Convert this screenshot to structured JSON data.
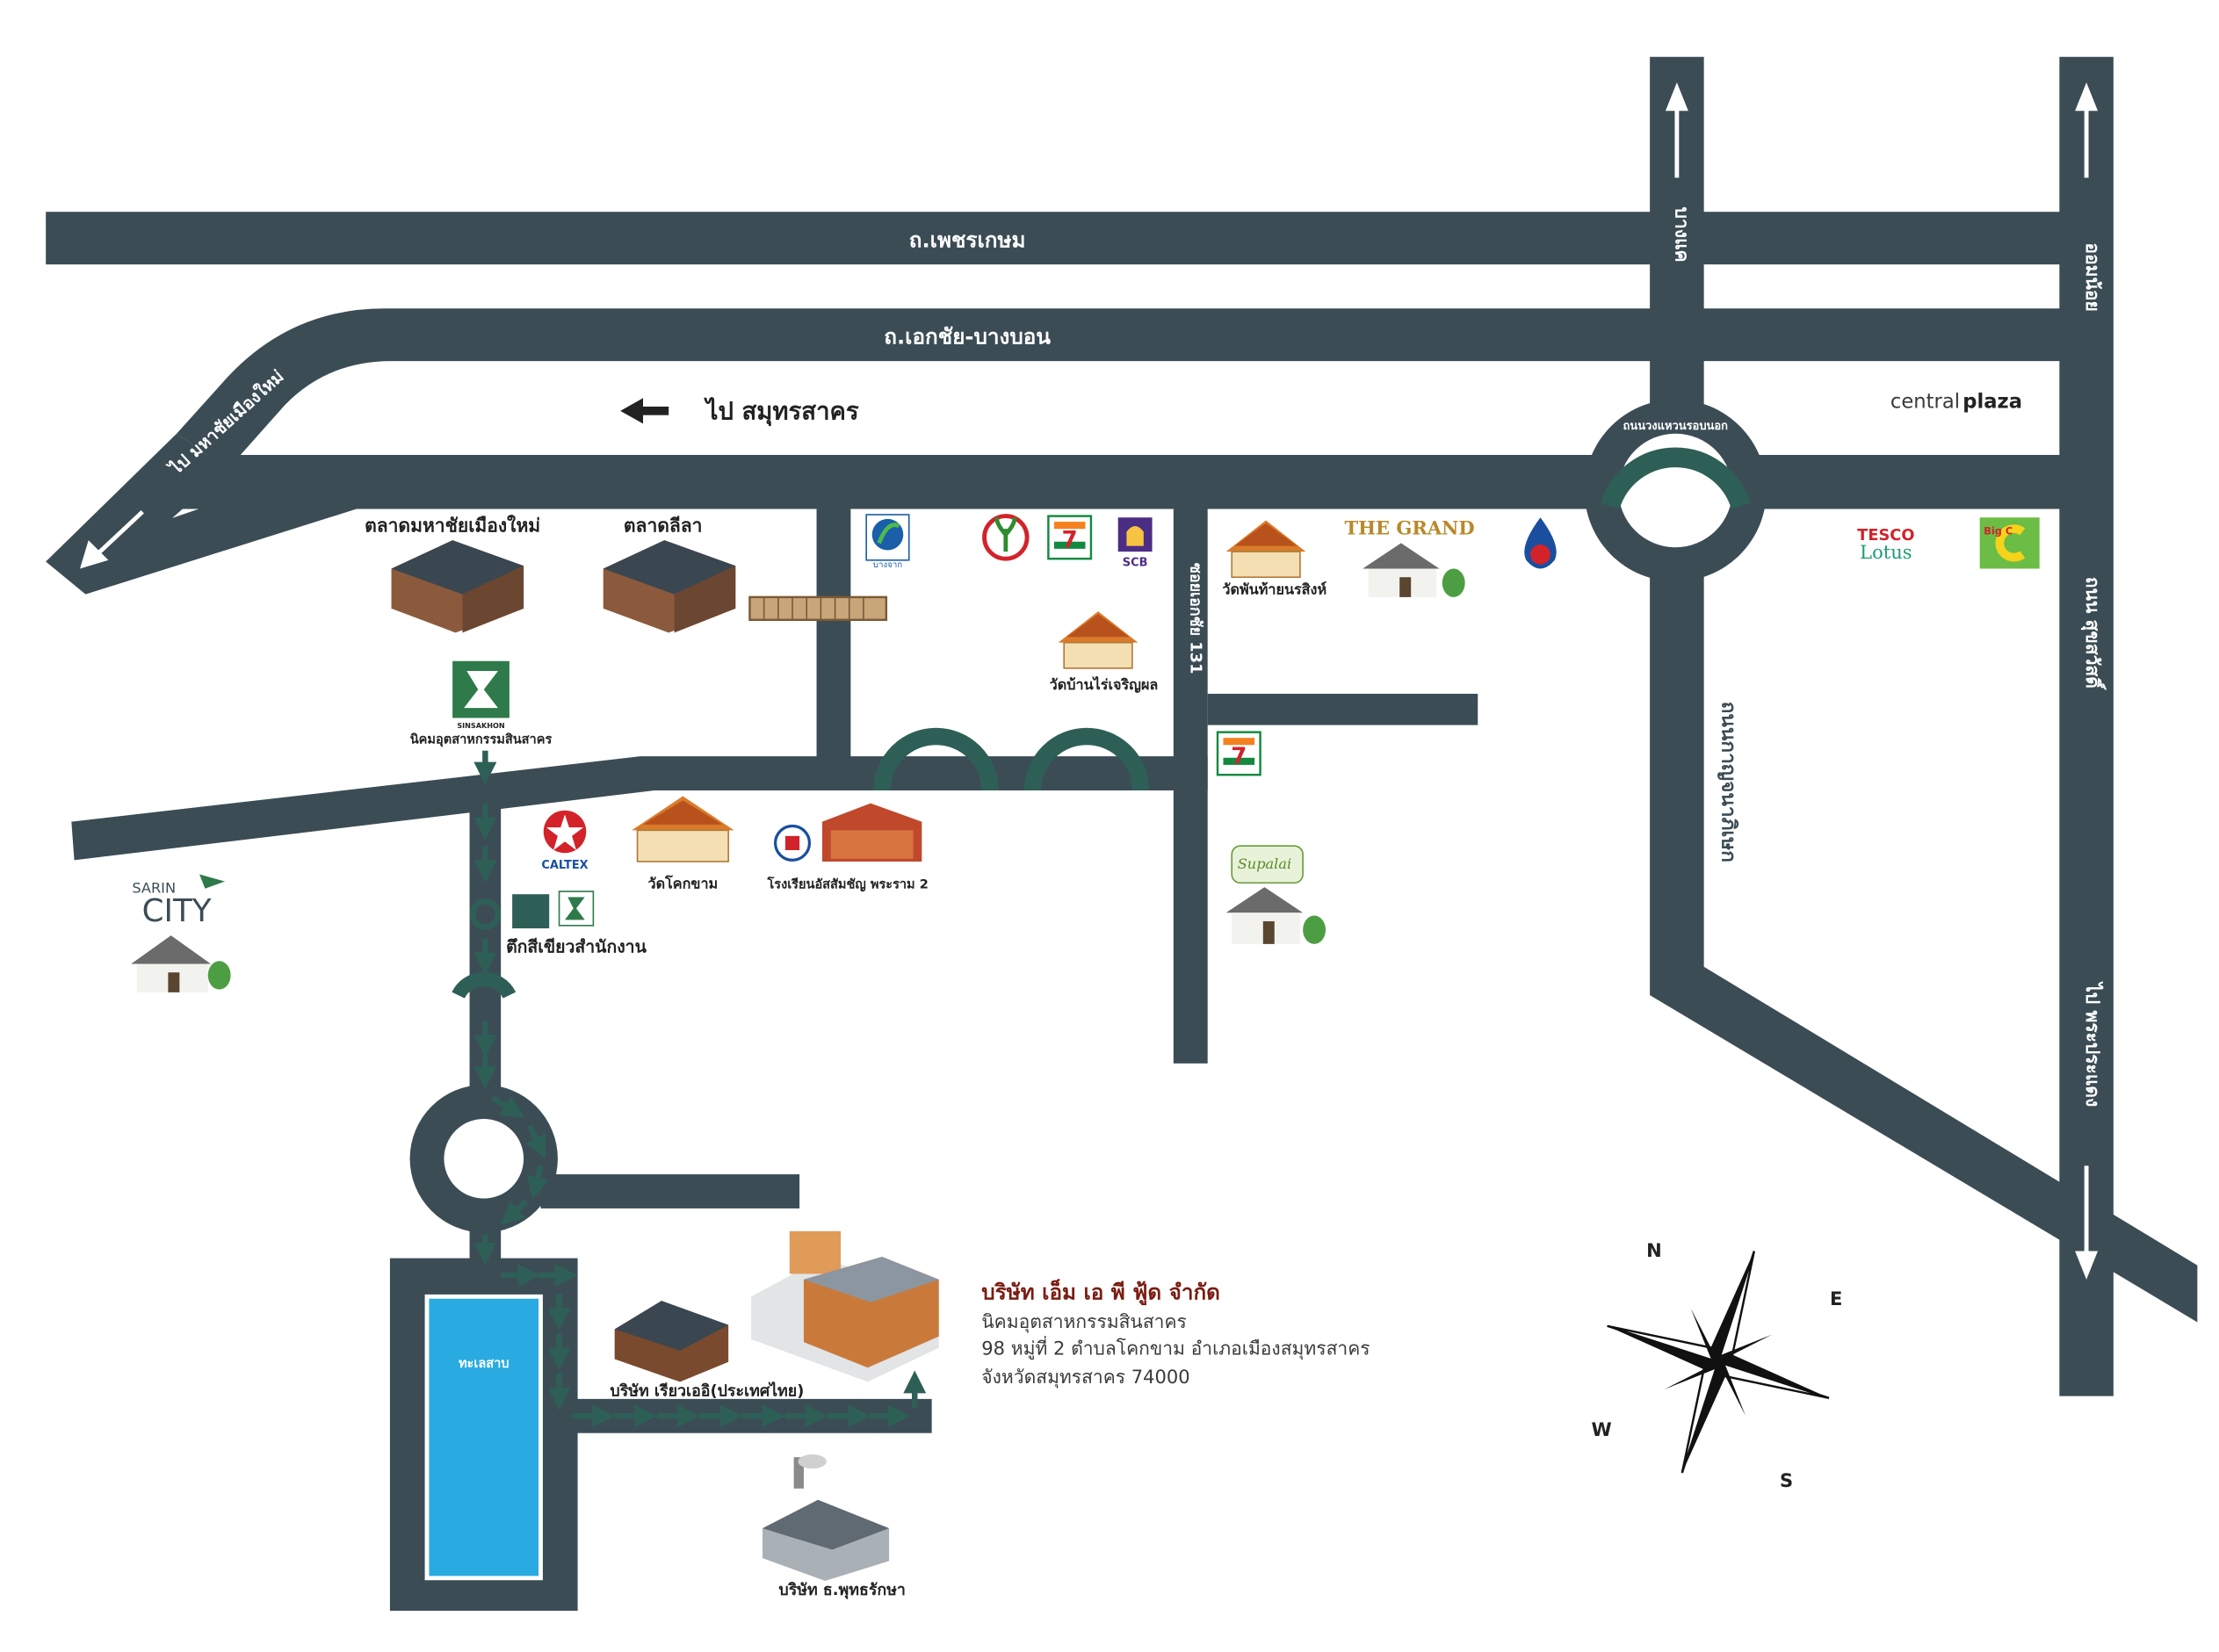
{
  "colors": {
    "road": "#3b4c55",
    "arrow": "#2e5f57",
    "lake": "#29abe2",
    "accent_red": "#7a1c12",
    "text_dark": "#222222"
  },
  "roads": {
    "phetkasem": "ถ.เพชรเกษม",
    "ekachai_bangbon": "ถ.เอกชัย-บางบอน",
    "bangkhae": "บางแค",
    "outer_ring": "ถนนวงแหวนรอบนอก",
    "to_samut_sakhon": "ไป สมุทรสาคร",
    "to_mahachai_new": "ไป มหาชัยเมืองใหม่",
    "to_om_noi": "ออมน้อย",
    "soi_ekachai": "ซอยเอกชัย 131",
    "kanchanaphisek": "ถนนกาญจนาภิเษก",
    "suksawat": "ถนน สุขสวัสดิ์",
    "to_phra_pradaeng": "ไป พระประแดง"
  },
  "landmarks": {
    "talad_mahachai": "ตลาดมหาชัยเมืองใหม่",
    "talad_lila": "ตลาดลีลา",
    "sinsakhon_logo": "SINSAKHON",
    "sinsakhon": "นิคมอุตสาหกรรมสินสาคร",
    "bangchak": "บางจาก",
    "seven_eleven": "7 ELEVEN",
    "scb": "SCB",
    "wat_phanthai": "วัดพันท้ายนรสิงห์",
    "the_grand": "THE GRAND",
    "wat_banrai": "วัดบ้านไร่เจริญผล",
    "central_plaza_a": "central",
    "central_plaza_b": "plaza",
    "tesco": "TESCO",
    "lotus": "Lotus",
    "big_c": "Big C",
    "caltex": "CALTEX",
    "wat_khok_kham": "วัดโคกขาม",
    "school": "โรงเรียนอัสสัมชัญ พระราม 2",
    "supalai": "Supalai",
    "green_building": "ตึกสีเขียวสำนักงาน",
    "sarin_a": "SARIN",
    "sarin_b": "CITY",
    "lake": "ทะเลสาบ",
    "riaw_ae": "บริษัท เรียวเออิ(ประเทศไทย)",
    "buddha_raksa": "บริษัท ธ.พุทธรักษา"
  },
  "company": {
    "name": "บริษัท เอ็ม เอ พี ฟู้ด จำกัด",
    "line1": "นิคมอุตสาหกรรมสินสาคร",
    "line2": "98 หมู่ที่ 2 ตำบลโคกขาม อำเภอเมืองสมุทรสาคร",
    "line3": "จังหวัดสมุทรสาคร 74000"
  },
  "compass": {
    "n": "N",
    "e": "E",
    "s": "S",
    "w": "W"
  }
}
